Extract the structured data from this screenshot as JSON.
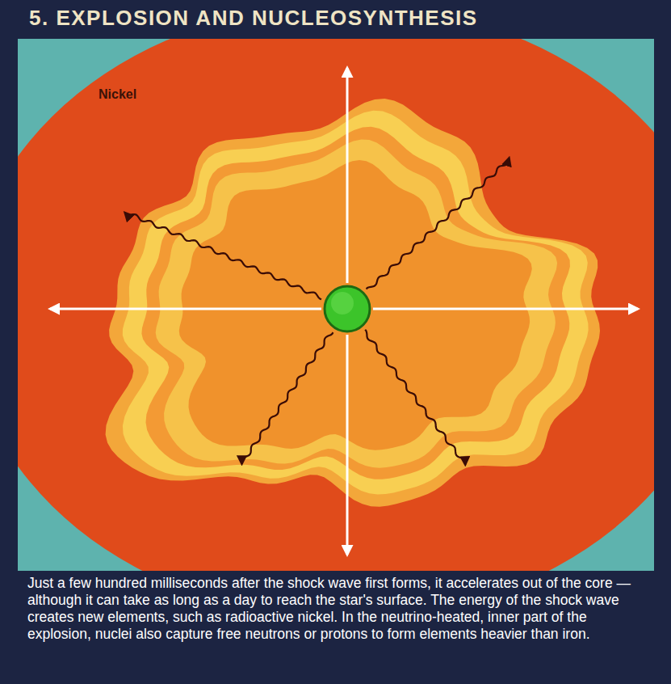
{
  "diagram": {
    "title": "5. EXPLOSION AND NUCLEOSYNTHESIS",
    "caption": "Just a few hundred milliseconds after the shock wave first forms, it accelerates out of the core — although it can take as long as a day to reach the star's surface. The energy of the shock wave creates new elements, such as radioactive nickel. In the neutrino-heated, inner part of the explosion, nuclei also capture free neutrons or protons to form elements heavier than iron.",
    "labels": [
      "Nickel"
    ]
  }
}
